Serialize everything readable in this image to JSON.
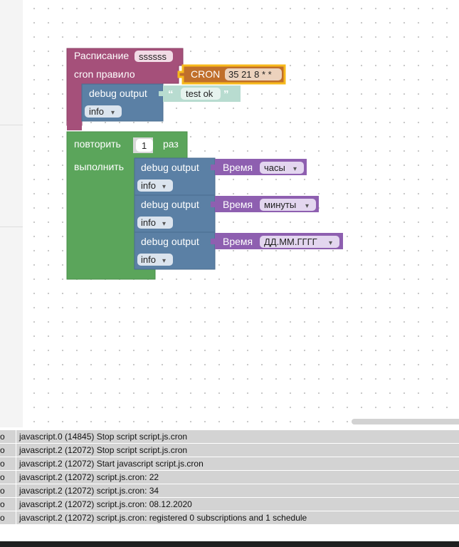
{
  "blocks": {
    "schedule": {
      "label": "Расписание",
      "name": "ssssss",
      "cron_label": "cron правило",
      "cron": {
        "label": "CRON",
        "value": "35 21 8 * *"
      },
      "debug": {
        "label": "debug output",
        "quote_open": "“",
        "text": "test ok",
        "quote_close": "”",
        "level": "info"
      }
    },
    "repeat": {
      "label": "повторить",
      "count": "1",
      "times_label": "раз",
      "do_label": "выполнить",
      "items": [
        {
          "label": "debug output",
          "level": "info",
          "time_label": "Время",
          "format": "часы"
        },
        {
          "label": "debug output",
          "level": "info",
          "time_label": "Время",
          "format": "минуты"
        },
        {
          "label": "debug output",
          "level": "info",
          "time_label": "Время",
          "format": "ДД.ММ.ГГГГ"
        }
      ]
    },
    "dropdown_arrow": "▾"
  },
  "log": {
    "level_label": "o",
    "rows": [
      "javascript.0 (14845) Stop script script.js.cron",
      "javascript.2 (12072) Stop script script.js.cron",
      "javascript.2 (12072) Start javascript script.js.cron",
      "javascript.2 (12072) script.js.cron: 22",
      "javascript.2 (12072) script.js.cron: 34",
      "javascript.2 (12072) script.js.cron: 08.12.2020",
      "javascript.2 (12072) script.js.cron: registered 0 subscriptions and 1 schedule"
    ]
  },
  "colors": {
    "schedule_block": "#a5507a",
    "repeat_block": "#5ba55b",
    "debug_block": "#5b80a5",
    "time_block": "#8e5fb0",
    "text_block": "#b8dcd0",
    "cron_block": "#c06f2b",
    "cron_highlight": "#f7b91b",
    "log_row": "#d3d3d3"
  },
  "icons": {
    "dropdown": "chevron-down-icon",
    "quote": "quote-icon"
  }
}
